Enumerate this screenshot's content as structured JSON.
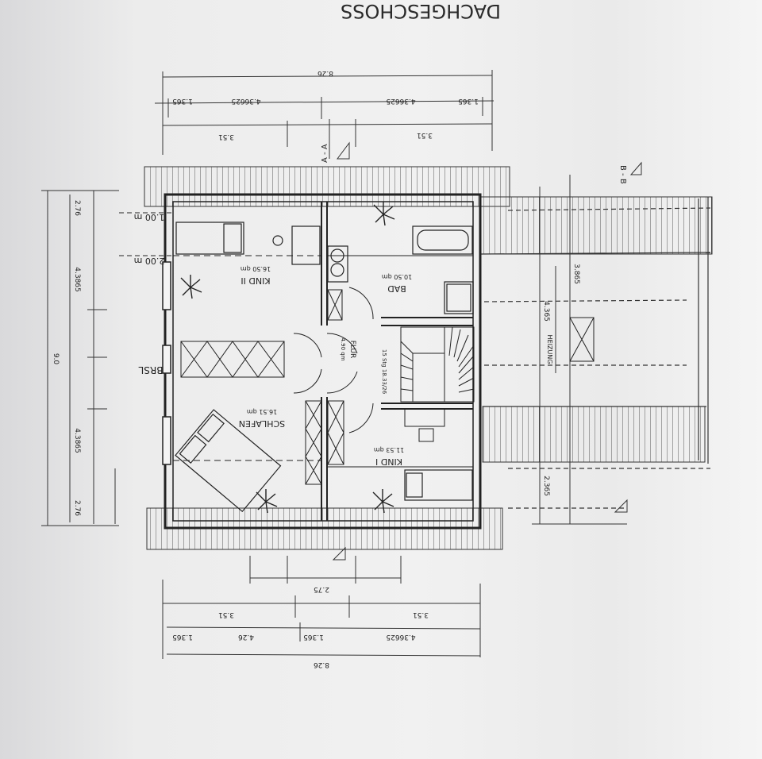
{
  "sheet": {
    "title": "DACHGESCHOSS"
  },
  "rooms": {
    "kind2": {
      "name": "KIND II",
      "area": "16.50 qm"
    },
    "schlafen": {
      "name": "SCHLAFEN",
      "area": "16.51 qm"
    },
    "bad": {
      "name": "BAD",
      "area": "10.50 qm"
    },
    "kind1": {
      "name": "KIND I",
      "area": "11.53 qm"
    },
    "flur": {
      "name": "FLUR",
      "area": "4.90 qm"
    },
    "heizung": {
      "name": "HEIZUNG",
      "area": ""
    }
  },
  "labels": {
    "brsl": "BRSL",
    "height1": "1.00 m",
    "height2": "2.00 m",
    "section_aa": "A - A",
    "section_bb": "B - B",
    "stair": "15 Stg 18.33/26"
  },
  "dims": {
    "top_total": "8.26",
    "top_a": "1.365",
    "top_b": "4.36625",
    "top_c": "1.365",
    "top_d": "4.36625",
    "top_e": "3.51",
    "top_f": "3.51",
    "bot_total": "8.26",
    "bot_a": "1.365",
    "bot_b": "4.26",
    "bot_c": "1.365",
    "bot_d": "4.36625",
    "bot_e": "3.51",
    "bot_f": "3.51",
    "bot_g": "2.75",
    "left_total": "9.0",
    "left_a": "2.76",
    "left_b": "4.3865",
    "left_c": "4.3865",
    "left_d": "2.76",
    "right_a": "3.865",
    "right_b": "4.365",
    "right_c": "2.365"
  }
}
